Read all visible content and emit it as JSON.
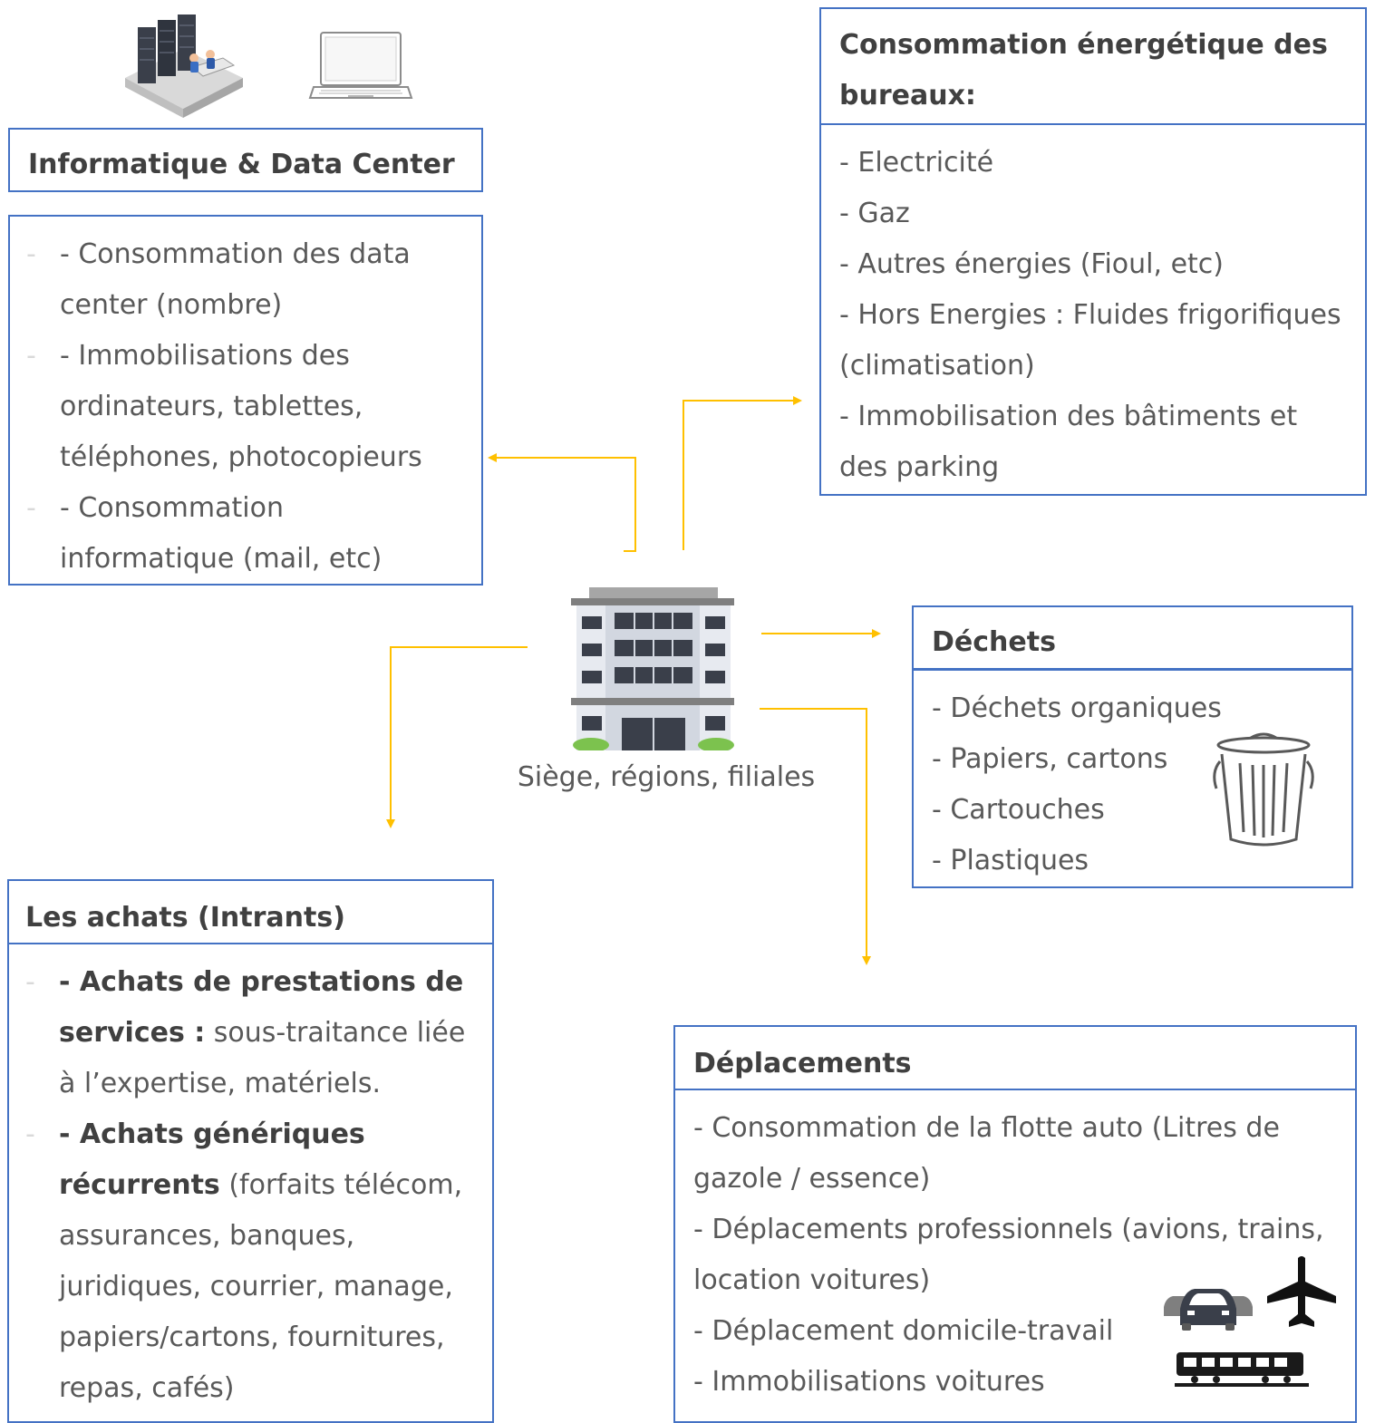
{
  "center": {
    "label": "Siège, régions, filiales"
  },
  "informatique": {
    "title": "Informatique & Data Center",
    "items": [
      "- Consommation des data center (nombre)",
      "- Immobilisations des ordinateurs, tablettes, téléphones, photocopieurs",
      "- Consommation informatique (mail, etc)"
    ]
  },
  "energie": {
    "title": "Consommation énergétique des bureaux:",
    "items": [
      "- Electricité",
      "- Gaz",
      "- Autres énergies (Fioul, etc)",
      "- Hors Energies : Fluides frigorifiques (climatisation)",
      "- Immobilisation des bâtiments et des parking"
    ]
  },
  "dechets": {
    "title": "Déchets",
    "items": [
      "- Déchets organiques",
      "- Papiers, cartons",
      "- Cartouches",
      "- Plastiques"
    ]
  },
  "achats": {
    "title": "Les achats (Intrants)",
    "items": [
      {
        "bold": "- Achats de prestations de services :",
        "text": " sous-traitance liée à l’expertise, matériels."
      },
      {
        "bold": "- Achats génériques récurrents",
        "text": " (forfaits télécom, assurances, banques, juridiques, courrier, manage, papiers/cartons, fournitures, repas, cafés)"
      }
    ]
  },
  "deplacements": {
    "title": "Déplacements",
    "items": [
      "- Consommation de la flotte auto (Litres de gazole / essence)",
      "- Déplacements professionnels (avions, trains, location voitures)",
      "- Déplacement domicile-travail",
      "- Immobilisations voitures"
    ]
  },
  "icons": [
    "server-room-icon",
    "laptop-icon",
    "building-icon",
    "trash-can-icon",
    "cars-icon",
    "airplane-icon",
    "train-icon"
  ],
  "colors": {
    "border": "#4472C4",
    "arrow": "#FFC000",
    "text": "#595959"
  }
}
